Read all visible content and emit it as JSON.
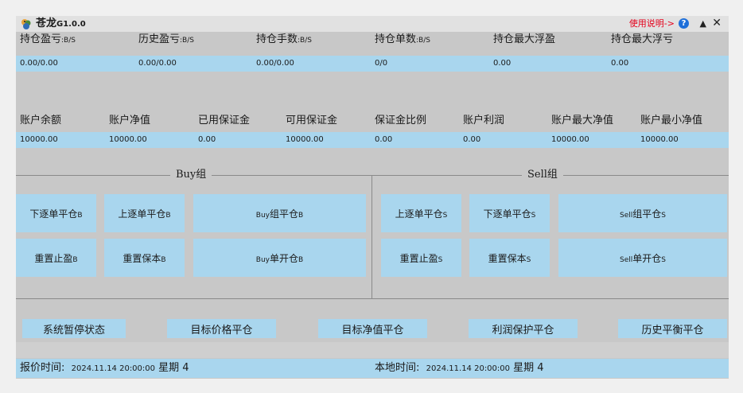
{
  "window": {
    "title": "苍龙",
    "version": "G1.0.0",
    "manual_link": "使用说明->",
    "help_glyph": "?",
    "minimize_glyph": "▲",
    "close_glyph": "✕"
  },
  "position_stats": {
    "labels": [
      {
        "name": "持仓盈亏",
        "unit": ":B/S"
      },
      {
        "name": "历史盈亏",
        "unit": ":B/S"
      },
      {
        "name": "持仓手数",
        "unit": ":B/S"
      },
      {
        "name": "持仓单数",
        "unit": ":B/S"
      },
      {
        "name": "持仓最大浮盈",
        "unit": ""
      },
      {
        "name": "持仓最大浮亏",
        "unit": ""
      }
    ],
    "values": [
      "0.00/0.00",
      "0.00/0.00",
      "0.00/0.00",
      "0/0",
      "0.00",
      "0.00"
    ]
  },
  "account_stats": {
    "labels": [
      "账户余额",
      "账户净值",
      "已用保证金",
      "可用保证金",
      "保证金比例",
      "账户利润",
      "账户最大净值",
      "账户最小净值"
    ],
    "values": [
      "10000.00",
      "10000.00",
      "0.00",
      "10000.00",
      "0.00",
      "0.00",
      "10000.00",
      "10000.00"
    ]
  },
  "buy_group": {
    "title": "Buy组",
    "close_down_stepwise": {
      "text": "下逐单平仓",
      "suffix": "B"
    },
    "close_up_stepwise": {
      "text": "上逐单平仓",
      "suffix": "B"
    },
    "close_group": {
      "prefix": "Buy",
      "text": "组平仓",
      "suffix": "B"
    },
    "reset_take_profit": {
      "text": "重置止盈",
      "suffix": "B"
    },
    "reset_breakeven": {
      "text": "重置保本",
      "suffix": "B"
    },
    "open_single": {
      "prefix": "Buy",
      "text": "单开仓",
      "suffix": "B"
    }
  },
  "sell_group": {
    "title": "Sell组",
    "close_up_stepwise": {
      "text": "上逐单平仓",
      "suffix": "S"
    },
    "close_down_stepwise": {
      "text": "下逐单平仓",
      "suffix": "S"
    },
    "close_group": {
      "prefix": "Sell",
      "text": "组平仓",
      "suffix": "S"
    },
    "reset_take_profit": {
      "text": "重置止盈",
      "suffix": "S"
    },
    "reset_breakeven": {
      "text": "重置保本",
      "suffix": "S"
    },
    "open_single": {
      "prefix": "Sell",
      "text": "单开仓",
      "suffix": "S"
    }
  },
  "bottom_actions": [
    "系统暂停状态",
    "目标价格平仓",
    "目标净值平仓",
    "利润保护平仓",
    "历史平衡平仓"
  ],
  "status": {
    "quote_label": "报价时间:",
    "quote_time": "2024.11.14 20:00:00",
    "quote_weekday": "星期 4",
    "local_label": "本地时间:",
    "local_time": "2024.11.14 20:00:00",
    "local_weekday": "星期 4"
  },
  "colors": {
    "panel_bg": "#c8c8c8",
    "value_row_bg": "#a9d6ee",
    "button_bg": "#a9d6ee",
    "manual_link": "#e4001b",
    "help_icon": "#1e6fd9"
  }
}
